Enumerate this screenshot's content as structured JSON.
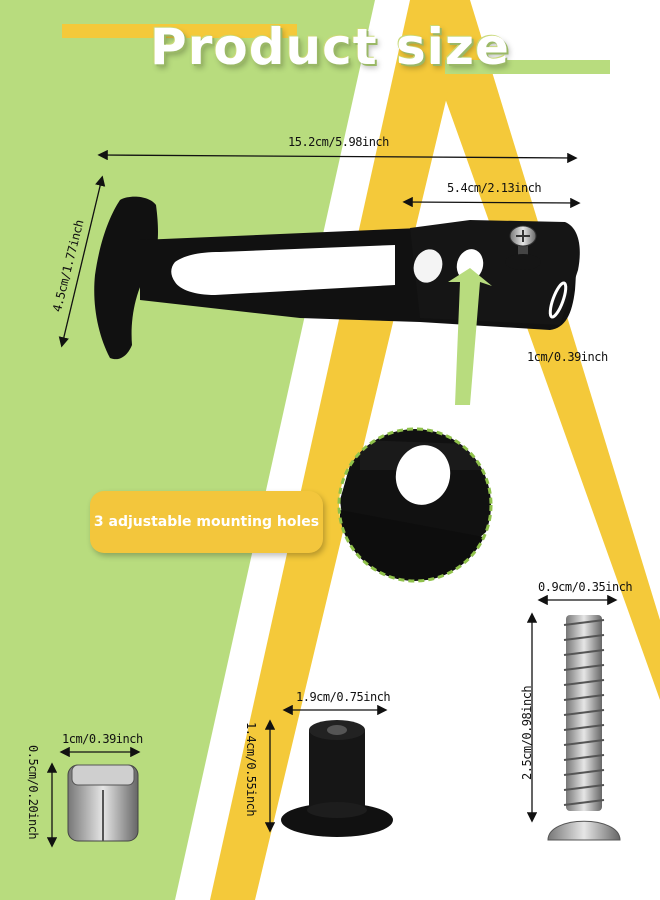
{
  "title": "Product size",
  "colors": {
    "green": "#b8dc7e",
    "yellow": "#f4c93a",
    "accent_green": "#8fc14a"
  },
  "dimensions": {
    "strap_length": "15.2cm/5.98inch",
    "strap_height": "4.5cm/1.77inch",
    "hole_span": "5.4cm/2.13inch",
    "slot_width": "1cm/0.39inch",
    "screw_width": "0.9cm/0.35inch",
    "screw_length": "2.5cm/0.98inch",
    "spacer_width": "1.9cm/0.75inch",
    "spacer_height": "1.4cm/0.55inch",
    "nut_width": "1cm/0.39inch",
    "nut_height": "0.5cm/0.20inch"
  },
  "callout": "3 adjustable mounting holes"
}
